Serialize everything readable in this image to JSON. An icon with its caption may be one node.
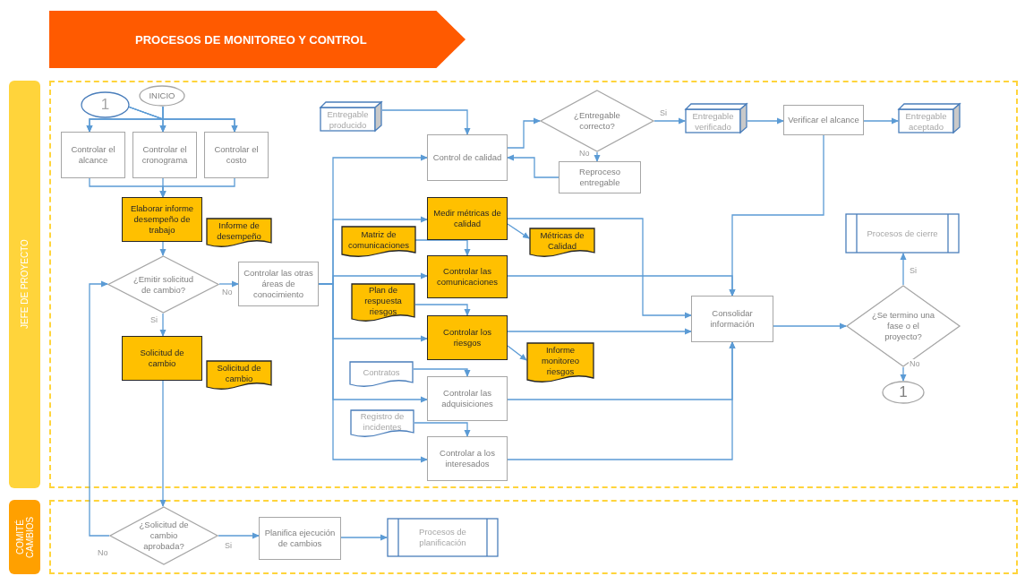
{
  "diagram": {
    "title": "PROCESOS DE MONITOREO Y CONTROL",
    "nodes": [
      {
        "text": [
          "JEFE DE PROYECTO"
        ]
      },
      {
        "text": [
          "1"
        ],
        "in": 0
      },
      {
        "text": [
          "INICIO"
        ],
        "in": 0
      },
      {
        "text": [
          "Controlar el alcance"
        ],
        "in": 0
      },
      {
        "text": [
          "Controlar el cronograma"
        ],
        "in": 0
      },
      {
        "text": [
          "Controlar el costo"
        ],
        "in": 0
      },
      {
        "text": [
          "Elaborar informe desempeño de trabajo"
        ],
        "in": 0
      },
      {
        "text": [
          "Informe de desempeño"
        ],
        "in": 0
      },
      {
        "text": [
          "¿Emitir solicitud de cambio?"
        ],
        "in": 0
      },
      {
        "text": [
          "Controlar las otras áreas de conocimiento"
        ],
        "in": 0
      },
      {
        "text": [
          "Solicitud de cambio"
        ],
        "in": 0
      },
      {
        "text": [
          "Solicitud de cambio"
        ],
        "in": 0
      },
      {
        "text": [
          "Entregable producido"
        ],
        "in": 0
      },
      {
        "text": [
          "Control de calidad"
        ],
        "in": 0
      },
      {
        "text": [
          "¿Entregable correcto?"
        ],
        "in": 0
      },
      {
        "text": [
          "Reproceso entregable"
        ],
        "in": 0
      },
      {
        "text": [
          "Entregable verificado"
        ],
        "in": 0
      },
      {
        "text": [
          "Verificar el alcance"
        ],
        "in": 0
      },
      {
        "text": [
          "Entregable aceptado"
        ],
        "in": 0
      },
      {
        "text": [
          "Medir métricas de calidad"
        ],
        "in": 0
      },
      {
        "text": [
          "Matriz de comunicaciones"
        ],
        "in": 0
      },
      {
        "text": [
          "Métricas de Calidad"
        ],
        "in": 0
      },
      {
        "text": [
          "Controlar las comunicaciones"
        ],
        "in": 0
      },
      {
        "text": [
          "Plan de respuesta riesgos"
        ],
        "in": 0
      },
      {
        "text": [
          "Controlar los riesgos"
        ],
        "in": 0
      },
      {
        "text": [
          "Informe monitoreo riesgos"
        ],
        "in": 0
      },
      {
        "text": [
          "Contratos"
        ],
        "in": 0
      },
      {
        "text": [
          "Controlar las adquisiciones"
        ],
        "in": 0
      },
      {
        "text": [
          "Registro de incidentes"
        ],
        "in": 0
      },
      {
        "text": [
          "Controlar a los interesados"
        ],
        "in": 0
      },
      {
        "text": [
          "Consolidar información"
        ],
        "in": 0
      },
      {
        "text": [
          "Procesos de cierre"
        ],
        "in": 0
      },
      {
        "text": [
          "¿Se termino una fase o el proyecto?"
        ],
        "in": 0
      },
      {
        "text": [
          "1"
        ],
        "in": 0
      },
      {
        "text": [
          "COMITÉ CAMBIOS"
        ]
      },
      {
        "text": [
          "¿Solicitud de cambio aprobada?"
        ],
        "in": 34
      },
      {
        "text": [
          "Planifica ejecución de cambios"
        ],
        "in": 34
      },
      {
        "text": [
          "Procesos de planificación"
        ],
        "in": 34
      }
    ],
    "edges": [
      {
        "from": 1,
        "to": 3,
        "arrow": "to"
      },
      {
        "from": 1,
        "to": 4,
        "arrow": "to"
      },
      {
        "from": 1,
        "to": 5,
        "arrow": "to"
      },
      {
        "from": 2,
        "to": 3,
        "arrow": "to"
      },
      {
        "from": 2,
        "to": 4,
        "arrow": "to"
      },
      {
        "from": 2,
        "to": 5,
        "arrow": "to"
      },
      {
        "from": 3,
        "to": 6,
        "arrow": "to"
      },
      {
        "from": 4,
        "to": 6,
        "arrow": "to"
      },
      {
        "from": 5,
        "to": 6,
        "arrow": "to"
      },
      {
        "from": 6,
        "to": 8,
        "arrow": "to"
      },
      {
        "from": 8,
        "to": 9,
        "label": "No",
        "arrow": "to"
      },
      {
        "from": 8,
        "to": 10,
        "label": "Si",
        "arrow": "to"
      },
      {
        "from": 9,
        "to": 13,
        "arrow": "to"
      },
      {
        "from": 9,
        "to": 19,
        "arrow": "to"
      },
      {
        "from": 9,
        "to": 22,
        "arrow": "to"
      },
      {
        "from": 9,
        "to": 24,
        "arrow": "to"
      },
      {
        "from": 9,
        "to": 27,
        "arrow": "to"
      },
      {
        "from": 9,
        "to": 29,
        "arrow": "to"
      },
      {
        "from": 10,
        "to": 35,
        "arrow": "to"
      },
      {
        "from": 35,
        "to": 36,
        "label": "Si",
        "arrow": "to"
      },
      {
        "from": 35,
        "to": 8,
        "label": "No",
        "arrow": "to"
      },
      {
        "from": 36,
        "to": 37,
        "arrow": "to"
      },
      {
        "from": 12,
        "to": 13,
        "arrow": "to"
      },
      {
        "from": 13,
        "to": 14,
        "arrow": "to"
      },
      {
        "from": 14,
        "to": 16,
        "label": "Si",
        "arrow": "to"
      },
      {
        "from": 14,
        "to": 15,
        "label": "No",
        "arrow": "to"
      },
      {
        "from": 15,
        "to": 13,
        "arrow": "to"
      },
      {
        "from": 16,
        "to": 17,
        "arrow": "to"
      },
      {
        "from": 17,
        "to": 18,
        "arrow": "to"
      },
      {
        "from": 17,
        "to": 30,
        "arrow": "to"
      },
      {
        "from": 19,
        "to": 21,
        "arrow": "to"
      },
      {
        "from": 19,
        "to": 30,
        "arrow": "to"
      },
      {
        "from": 20,
        "to": 22,
        "arrow": "to"
      },
      {
        "from": 22,
        "to": 30,
        "arrow": "to"
      },
      {
        "from": 23,
        "to": 24,
        "arrow": "to"
      },
      {
        "from": 24,
        "to": 25,
        "arrow": "to"
      },
      {
        "from": 24,
        "to": 30,
        "arrow": "to"
      },
      {
        "from": 26,
        "to": 27,
        "arrow": "to"
      },
      {
        "from": 27,
        "to": 30,
        "arrow": "to"
      },
      {
        "from": 28,
        "to": 29,
        "arrow": "to"
      },
      {
        "from": 29,
        "to": 30,
        "arrow": "to"
      },
      {
        "from": 30,
        "to": 32,
        "arrow": "to"
      },
      {
        "from": 32,
        "to": 31,
        "label": "Si",
        "arrow": "to"
      },
      {
        "from": 32,
        "to": 33,
        "label": "No",
        "arrow": "to"
      }
    ]
  }
}
